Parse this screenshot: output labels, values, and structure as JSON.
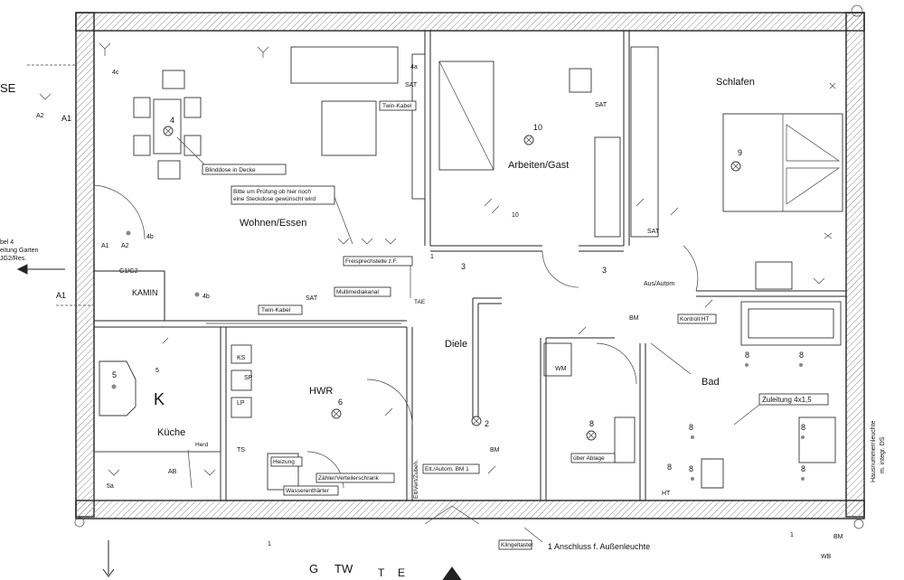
{
  "rooms": {
    "wohnen": "Wohnen/Essen",
    "kueche": "Küche",
    "hwr": "HWR",
    "diele": "Diele",
    "arbeiten": "Arbeiten/Gast",
    "schlafen": "Schlafen",
    "bad": "Bad",
    "kamin": "KAMIN"
  },
  "edge_text": {
    "se": "SE",
    "left_note_1": "bel 4",
    "left_note_2": "eitung Garten",
    "left_note_3": "JG2/Res.",
    "bottom_g": "G",
    "bottom_tw": "TW",
    "bottom_t": "T",
    "bottom_e": "E",
    "right_vertical_1": "Hausnummernleuchte",
    "right_vertical_2": "m. integr. DS"
  },
  "tags": {
    "blinddose": "Blinddose in Decke",
    "bitte_1": "Bitte um Prüfung ob hier noch",
    "bitte_2": "eine Steckdose gewünscht wird",
    "twin_kabel_top": "Twin-Kabel",
    "twin_kabel_left": "Twin-Kabel",
    "freisprech": "Freisprechstelle z.F.",
    "multimedia": "Multimediakanal",
    "kontroll_ht": "Kontroll HT",
    "zuleitung": "Zuleitung 4x1,5",
    "ueber_ablage": "über Ablage",
    "heizung": "Heizung",
    "zaehler": "Zähler/Verteilerschrank",
    "wasser": "Wasserenthärter",
    "elt": "Elt./Autom. BM 1",
    "klingel": "Klingeltaster",
    "anschluss": "1 Anschluss f. Außenleuchte",
    "herd": "Herd",
    "elt_vert": "Elt/Vert/Zubeh.",
    "tae": "TAE"
  },
  "labels": {
    "sat_1": "SAT",
    "sat_2": "SAT",
    "sat_3": "SAT",
    "sat_4": "SAT",
    "a1_a": "A1",
    "a1_b": "A1",
    "a1_c": "A1",
    "a2_a": "A2",
    "a2_b": "A2",
    "g1g2": "G1/G2",
    "n4a": "4a",
    "n4b_1": "4b",
    "n4b_2": "4b",
    "n4c": "4c",
    "n4": "4",
    "n10_a": "10",
    "n10_b": "10",
    "n9": "9",
    "n8_1": "8",
    "n8_2": "8",
    "n8_3": "8",
    "n8_4": "8",
    "n8_5": "8",
    "n8_6": "8",
    "n8_7": "8",
    "n8_8": "8",
    "n6": "6",
    "n5": "5",
    "n5b": "5",
    "n5a": "5a",
    "n2": "2",
    "n3_1": "3",
    "n3_2": "3",
    "n1_a": "1",
    "n1_b": "1",
    "n1_c": "1",
    "ks": "KS",
    "bm_1": "BM",
    "bm_2": "BM",
    "bm_3": "BM",
    "ht": "HT",
    "wm": "WM",
    "ausautom": "Aus/Autom",
    "herd_k": "K",
    "wb": "WB",
    "sp": "SP",
    "lp": "LP",
    "ab": "AB",
    "ts": "TS"
  },
  "colors": {
    "line": "#222222",
    "hatch": "#8a8a8a",
    "paper": "#ffffff"
  }
}
